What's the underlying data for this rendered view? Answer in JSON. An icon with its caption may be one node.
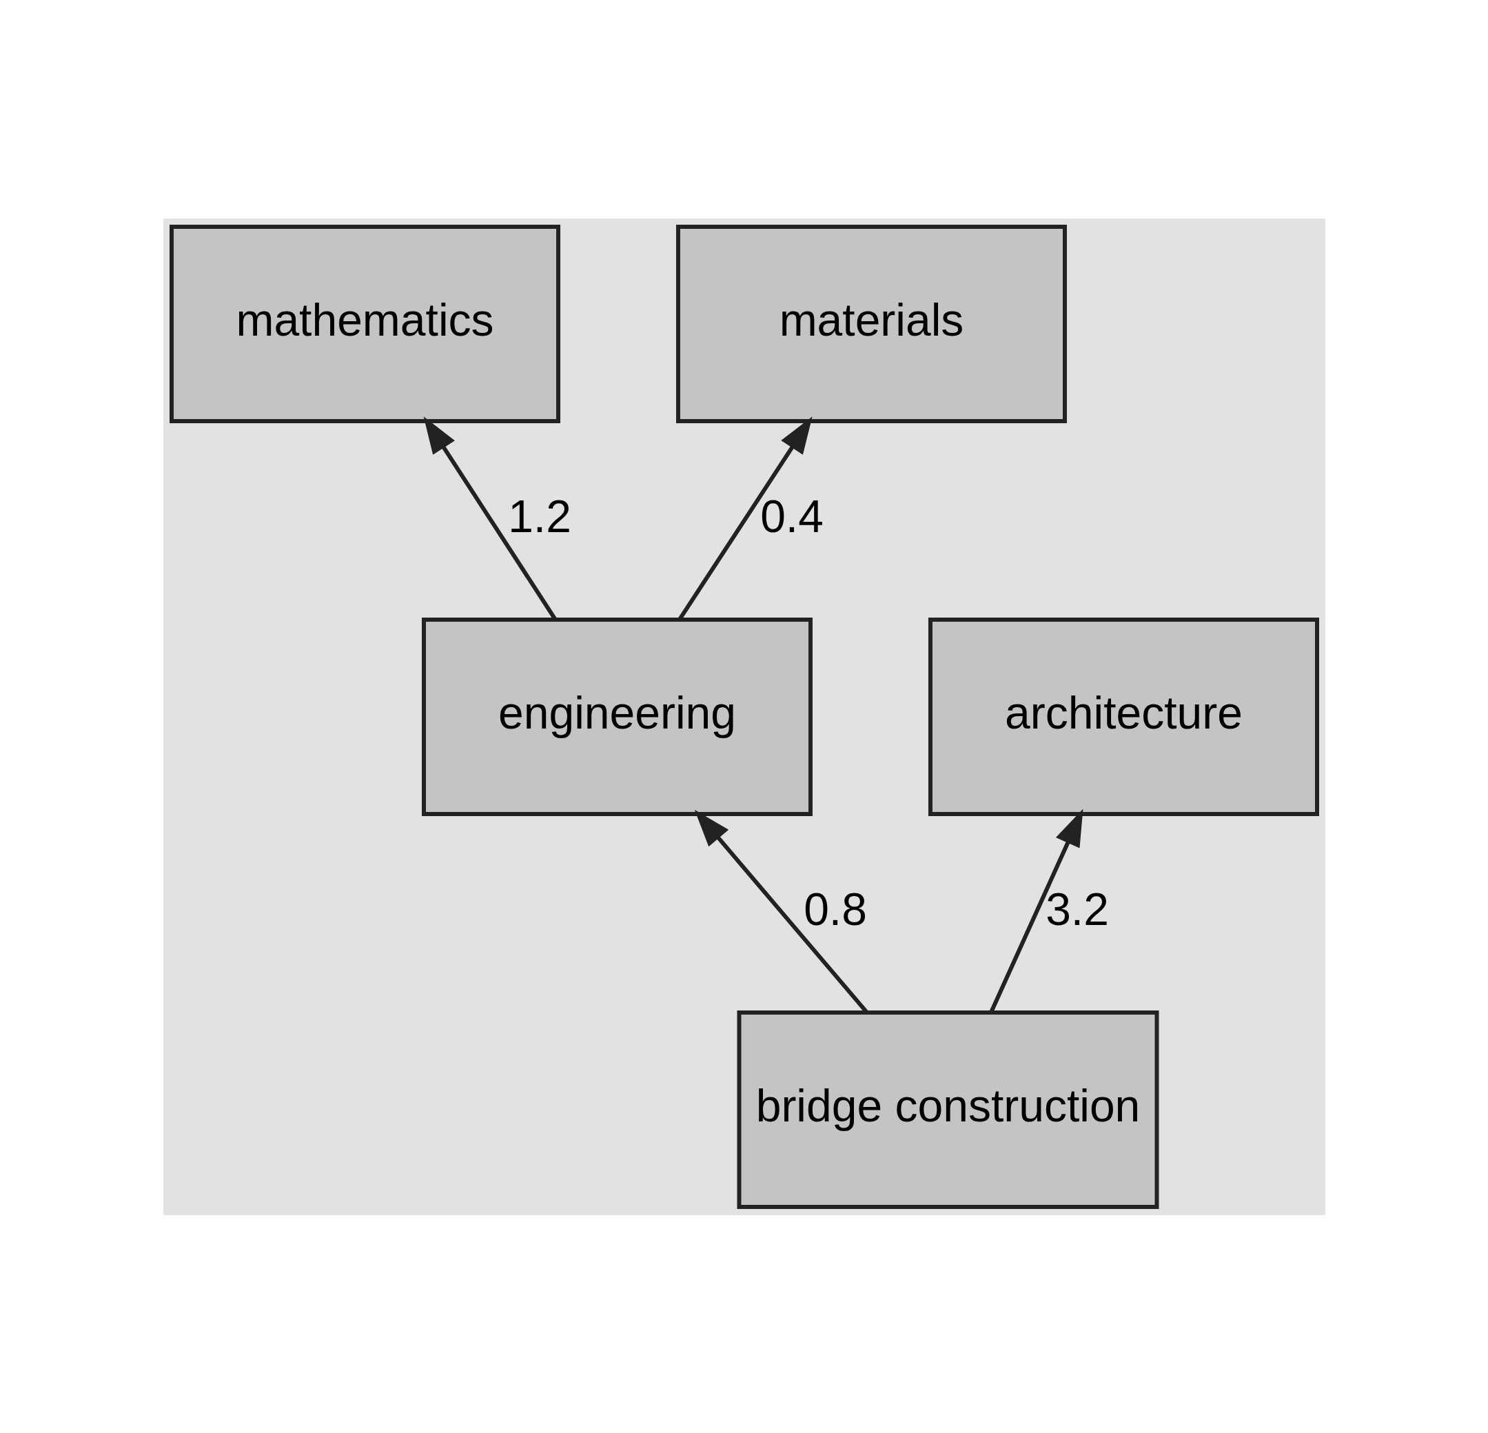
{
  "diagram": {
    "nodes": [
      {
        "text": [
          "mathematics"
        ]
      },
      {
        "text": [
          "materials"
        ]
      },
      {
        "text": [
          "engineering"
        ]
      },
      {
        "text": [
          "architecture"
        ]
      },
      {
        "text": [
          "bridge construction"
        ]
      }
    ],
    "edges": [
      {
        "from": 2,
        "to": 0,
        "arrow": "to",
        "label": "1.2"
      },
      {
        "from": 2,
        "to": 1,
        "arrow": "to",
        "label": "0.4"
      },
      {
        "from": 4,
        "to": 2,
        "arrow": "to",
        "label": "0.8"
      },
      {
        "from": 4,
        "to": 3,
        "arrow": "to",
        "label": "3.2"
      }
    ]
  }
}
